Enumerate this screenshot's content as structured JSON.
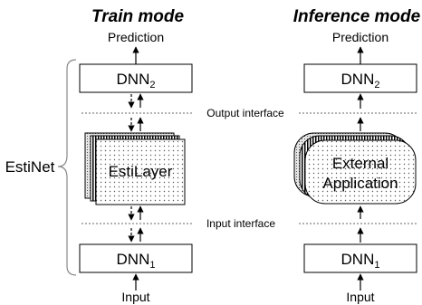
{
  "titles": {
    "train": "Train mode",
    "inference": "Inference mode"
  },
  "prediction_label": "Prediction",
  "input_label": "Input",
  "dnn2": {
    "base": "DNN",
    "sub": "2"
  },
  "dnn1": {
    "base": "DNN",
    "sub": "1"
  },
  "estilayer": "EstiLayer",
  "external_app": {
    "line1": "External",
    "line2": "Application"
  },
  "interfaces": {
    "output": "Output interface",
    "input": "Input interface"
  },
  "estinet": "EstiNet"
}
